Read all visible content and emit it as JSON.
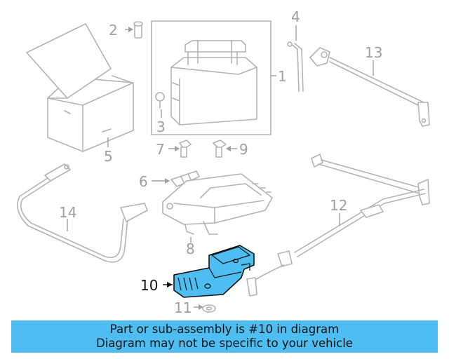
{
  "callouts": {
    "c1": "1",
    "c2": "2",
    "c3": "3",
    "c4": "4",
    "c5": "5",
    "c6": "6",
    "c7": "7",
    "c8": "8",
    "c9": "9",
    "c10": "10",
    "c11": "11",
    "c12": "12",
    "c13": "13",
    "c14": "14"
  },
  "highlighted_part": "10",
  "colors": {
    "highlight_fill": "#4dbdf2",
    "line_art": "#b4b4b4",
    "banner_bg": "#4dbdf2"
  },
  "banner": {
    "line1": "Part or sub-assembly is #10 in diagram",
    "line2": "Diagram may not be specific to your vehicle"
  }
}
